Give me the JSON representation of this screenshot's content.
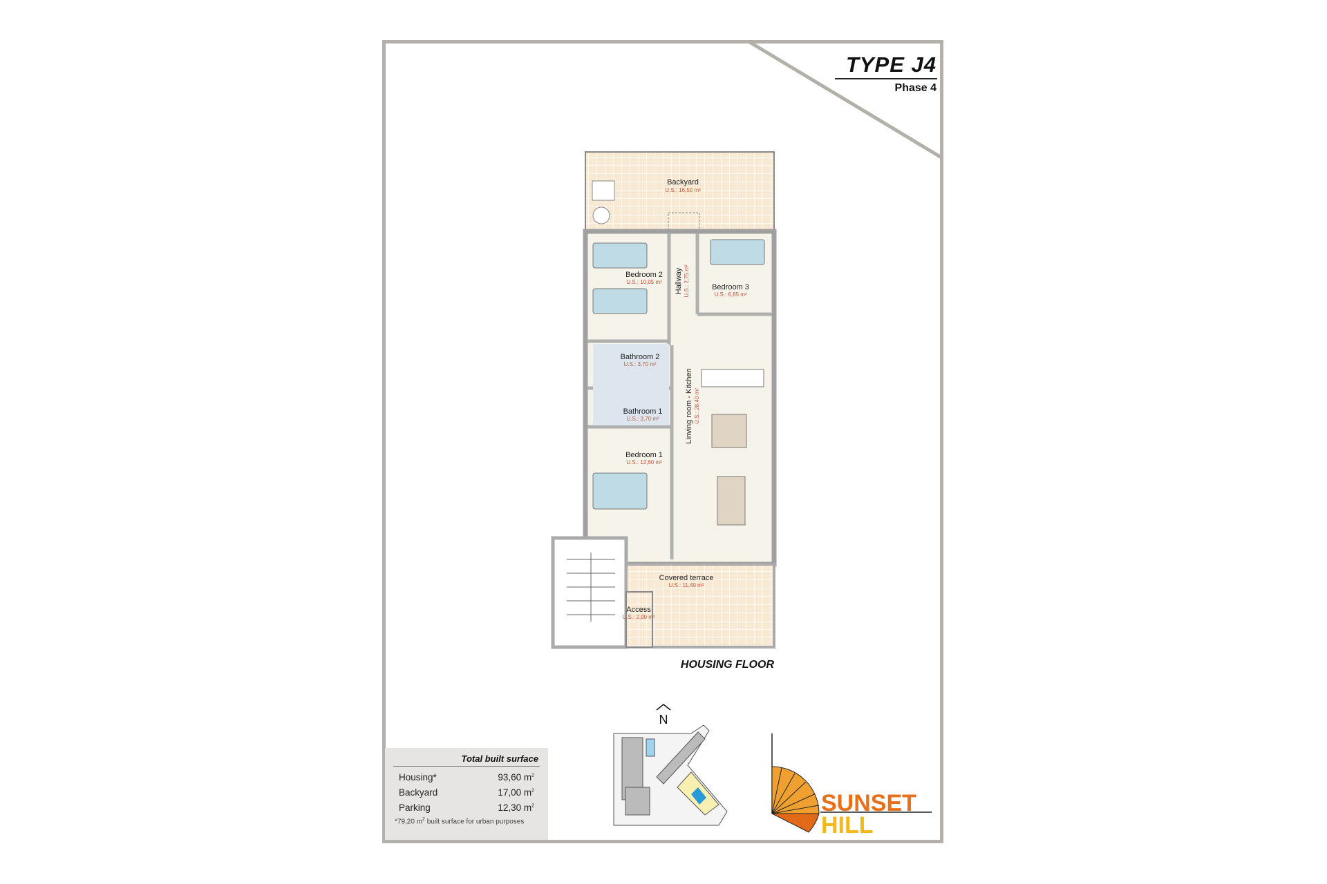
{
  "header": {
    "title": "TYPE J4",
    "phase": "Phase 4"
  },
  "plan": {
    "floor_label": "HOUSING FLOOR",
    "rooms": [
      {
        "name": "Backyard",
        "area": "U.S.: 16,50 m²"
      },
      {
        "name": "Bedroom 2",
        "area": "U.S.: 10,05 m²"
      },
      {
        "name": "Hallway",
        "area": "U.S.: 2,75 m²"
      },
      {
        "name": "Bedroom 3",
        "area": "U.S.: 6,85 m²"
      },
      {
        "name": "Bathroom 2",
        "area": "U.S.: 3,70 m²"
      },
      {
        "name": "Bathroom 1",
        "area": "U.S.: 3,70 m²"
      },
      {
        "name": "Linving room - Kitchen",
        "area": "U.S.: 28,40 m²"
      },
      {
        "name": "Bedroom 1",
        "area": "U.S.: 12,60 m²"
      },
      {
        "name": "Covered terrace",
        "area": "U.S.: 11,40 m²"
      },
      {
        "name": "Access",
        "area": "U.S.: 2,90 m²"
      }
    ]
  },
  "surface": {
    "title": "Total built surface",
    "rows": [
      {
        "label": "Housing*",
        "value": "93,60 m",
        "unit_sup": "2"
      },
      {
        "label": "Backyard",
        "value": "17,00 m",
        "unit_sup": "2"
      },
      {
        "label": "Parking",
        "value": "12,30 m",
        "unit_sup": "2"
      }
    ],
    "note_pre": "*79,20 m",
    "note_sup": "2",
    "note_post": " built surface for urban purposes"
  },
  "site_plan": {
    "north": "N",
    "highlight_color": "#2a9ad6"
  },
  "logo": {
    "line1": "SUNSET",
    "line2": "HILL",
    "color1": "#e8701a",
    "color2": "#f4b81c"
  },
  "colors": {
    "tile": "#f7e9d4",
    "floor": "#f6f3ea",
    "wall": "#b8b8b8",
    "frame": "#b3afa9",
    "area_text": "#c8553a"
  }
}
